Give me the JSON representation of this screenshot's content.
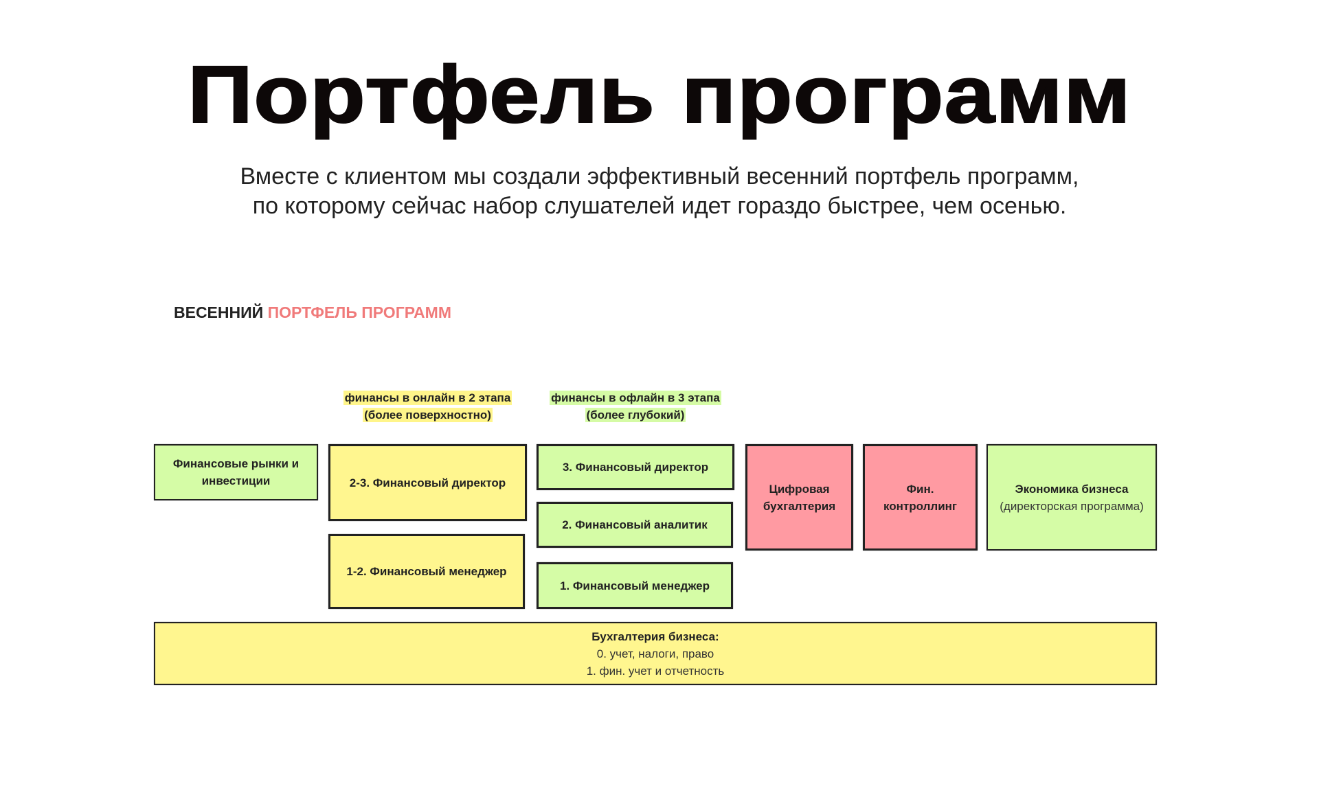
{
  "title": "Портфель программ",
  "subtitle": [
    "Вместе с клиентом мы создали эффективный весенний портфель программ,",
    "по которому сейчас набор слушателей идет гораздо быстрее, чем осенью."
  ],
  "section": {
    "prefix": "ВЕСЕННИЙ",
    "accent": "ПОРТФЕЛЬ ПРОГРАММ",
    "accent_color": "#f07a7a"
  },
  "headers": {
    "online": [
      "финансы в онлайн в 2 этапа",
      "(более поверхностно)"
    ],
    "offline": [
      "финансы в офлайн в 3 этапа",
      "(более глубокий)"
    ]
  },
  "boxes": {
    "markets": [
      "Финансовые рынки и",
      "инвестиции"
    ],
    "online_director": "2-3. Финансовый директор",
    "online_manager": "1-2. Финансовый менеджер",
    "offline_director": "3. Финансовый директор",
    "offline_analyst": "2. Финансовый аналитик",
    "offline_manager": "1. Финансовый менеджер",
    "digital": [
      "Цифровая",
      "бухгалтерия"
    ],
    "controlling": [
      "Фин.",
      "контроллинг"
    ],
    "economics": [
      "Экономика бизнеса",
      "(директорская программа)"
    ],
    "accounting": [
      "Бухгалтерия бизнеса:",
      "0. учет, налоги, право",
      "1. фин. учет и отчетность"
    ]
  },
  "colors": {
    "green": "#d5fca6",
    "yellow": "#fff68f",
    "pink": "#ff9aa2"
  }
}
